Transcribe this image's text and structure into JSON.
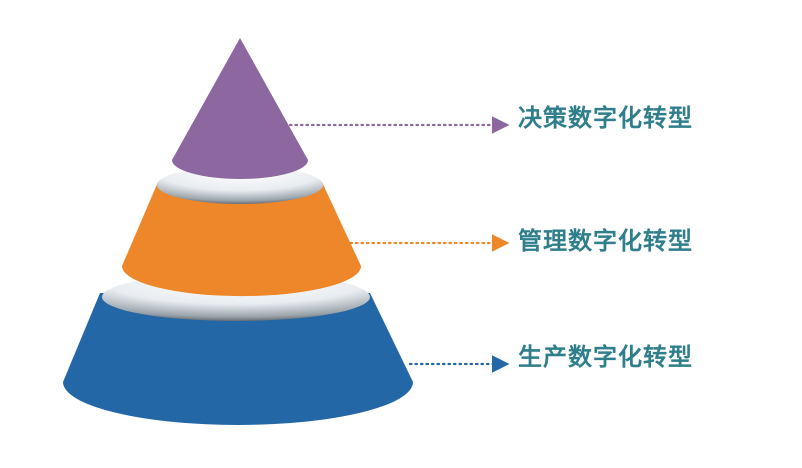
{
  "pyramid": {
    "tiers": [
      {
        "name": "top",
        "label": "决策数字化转型",
        "color": "#8C67A0",
        "arrow_color": "#8C67A0"
      },
      {
        "name": "middle",
        "label": "管理数字化转型",
        "color": "#EE862A",
        "arrow_color": "#EE862A"
      },
      {
        "name": "bottom",
        "label": "生产数字化转型",
        "color": "#2467A7",
        "arrow_color": "#2467A7"
      }
    ],
    "label_color": "#2F7E8C",
    "disk_color": "#F2F2F2"
  }
}
